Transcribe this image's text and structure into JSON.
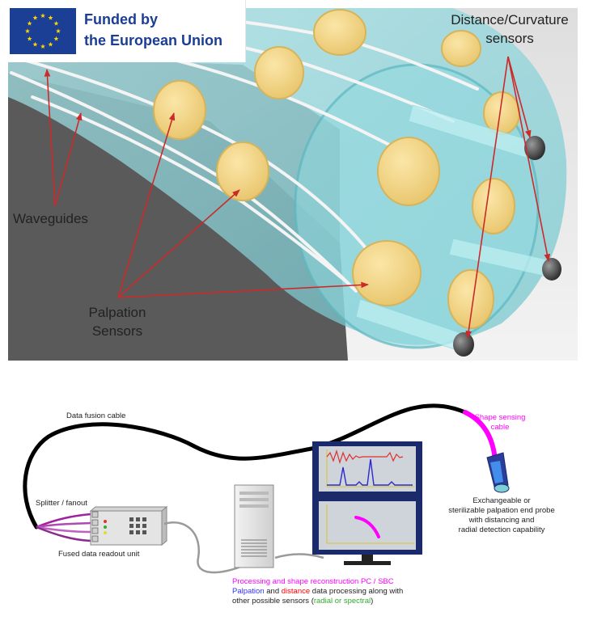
{
  "banner": {
    "line1": "Funded by",
    "line2": "the European Union",
    "flag_colors": {
      "field": "#1a3f95",
      "stars": "#ffd600"
    }
  },
  "probe_render": {
    "labels": {
      "distance_sensors": [
        "Distance/Curvature",
        "sensors"
      ],
      "waveguides": "Waveguides",
      "palpation_sensors": [
        "Palpation",
        "Sensors"
      ]
    },
    "colors": {
      "arrow": "#cc2a2a",
      "shell": "#7fd0d6",
      "pad": "#f2d58a",
      "background": "#e9e9e9"
    }
  },
  "system_diagram": {
    "data_fusion_cable": "Data fusion cable",
    "shape_sensing_cable": [
      "Shape sensing",
      "cable"
    ],
    "splitter": "Splitter / fanout",
    "readout_unit": "Fused data readout unit",
    "end_probe": [
      "Exchangeable or",
      "sterilizable palpation end probe",
      "with distancing and",
      "radial detection capability"
    ],
    "pc_caption": {
      "line1": "Processing and shape reconstruction PC / SBC",
      "line2_parts": [
        "Palpation",
        " and ",
        "distance",
        " data processing along with"
      ],
      "line3_parts": [
        "other possible sensors (",
        "radial or spectral",
        ")"
      ]
    },
    "colors": {
      "magenta": "#ff00ff",
      "blue": "#3333ff",
      "red": "#ff0000",
      "green": "#33aa33",
      "cable": "#000000",
      "screen_frame": "#1b2a6b"
    }
  }
}
